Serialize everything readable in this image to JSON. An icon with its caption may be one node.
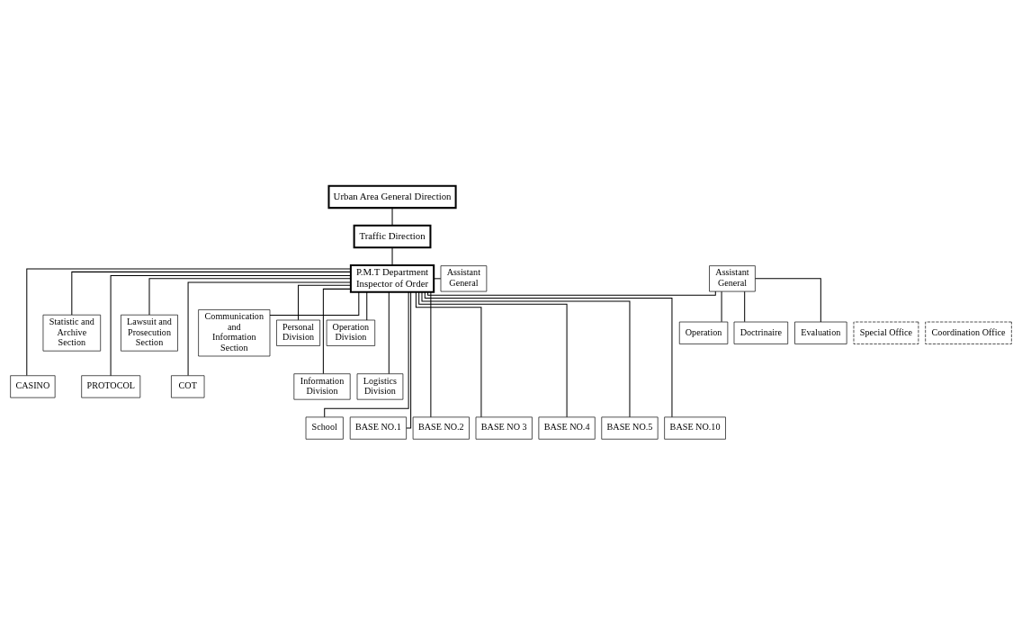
{
  "diagram": {
    "nodes": [
      {
        "text": [
          "Urban Area General Direction"
        ]
      },
      {
        "text": [
          "Traffic Direction"
        ]
      },
      {
        "text": [
          "P.M.T Department Inspector of Order"
        ]
      },
      {
        "text": [
          "Operation"
        ]
      },
      {
        "text": [
          "Doctrinaire"
        ]
      },
      {
        "text": [
          "Evaluation"
        ]
      },
      {
        "text": [
          "Assistant General"
        ]
      },
      {
        "text": [
          "Assistant General"
        ]
      },
      {
        "text": [
          "Special Office"
        ]
      },
      {
        "text": [
          "Coordination Office"
        ]
      },
      {
        "text": [
          "CASINO"
        ]
      },
      {
        "text": [
          "Statistic and Archive Section"
        ]
      },
      {
        "text": [
          "PROTOCOL"
        ]
      },
      {
        "text": [
          "Lawsuit and Prosecution Section"
        ]
      },
      {
        "text": [
          "COT"
        ]
      },
      {
        "text": [
          "Communication and Information Section"
        ]
      },
      {
        "text": [
          "Personal Division"
        ]
      },
      {
        "text": [
          "Operation Division"
        ]
      },
      {
        "text": [
          "Information Division"
        ]
      },
      {
        "text": [
          "Logistics Division"
        ]
      },
      {
        "text": [
          "School"
        ]
      },
      {
        "text": [
          "BASE NO.1"
        ]
      },
      {
        "text": [
          "BASE NO.2"
        ]
      },
      {
        "text": [
          "BASE NO 3"
        ]
      },
      {
        "text": [
          "BASE NO.4"
        ]
      },
      {
        "text": [
          "BASE NO.5"
        ]
      },
      {
        "text": [
          "BASE NO.10"
        ]
      }
    ],
    "edges": [
      {
        "from": 0,
        "to": 1,
        "arrow": "none"
      },
      {
        "from": 1,
        "to": 2,
        "arrow": "none"
      },
      {
        "from": 2,
        "to": 6,
        "arrow": "none"
      },
      {
        "from": 2,
        "to": 7,
        "arrow": "none"
      },
      {
        "from": 6,
        "to": 3,
        "arrow": "none"
      },
      {
        "from": 6,
        "to": 4,
        "arrow": "none"
      },
      {
        "from": 6,
        "to": 5,
        "arrow": "none"
      },
      {
        "from": 2,
        "to": 10,
        "arrow": "none"
      },
      {
        "from": 2,
        "to": 11,
        "arrow": "none"
      },
      {
        "from": 2,
        "to": 12,
        "arrow": "none"
      },
      {
        "from": 2,
        "to": 13,
        "arrow": "none"
      },
      {
        "from": 2,
        "to": 14,
        "arrow": "none"
      },
      {
        "from": 2,
        "to": 15,
        "arrow": "none"
      },
      {
        "from": 2,
        "to": 16,
        "arrow": "none"
      },
      {
        "from": 2,
        "to": 17,
        "arrow": "none"
      },
      {
        "from": 2,
        "to": 18,
        "arrow": "none"
      },
      {
        "from": 2,
        "to": 19,
        "arrow": "none"
      },
      {
        "from": 2,
        "to": 20,
        "arrow": "none"
      },
      {
        "from": 2,
        "to": 21,
        "arrow": "none"
      },
      {
        "from": 2,
        "to": 22,
        "arrow": "none"
      },
      {
        "from": 2,
        "to": 23,
        "arrow": "none"
      },
      {
        "from": 2,
        "to": 24,
        "arrow": "none"
      },
      {
        "from": 2,
        "to": 25,
        "arrow": "none"
      },
      {
        "from": 2,
        "to": 26,
        "arrow": "none"
      }
    ]
  }
}
